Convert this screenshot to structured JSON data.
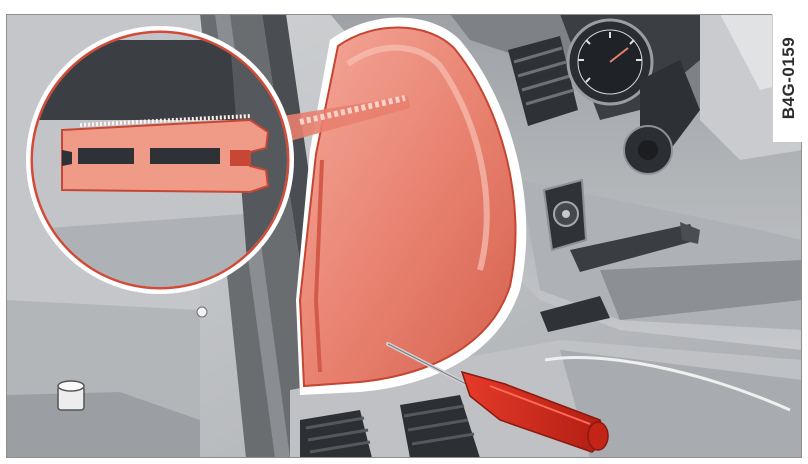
{
  "figure": {
    "code": "B4G-0159"
  },
  "colors": {
    "highlight": "#e8806e",
    "highlight_dark": "#c8402e",
    "tool_red": "#d42a1e",
    "interior_gray": "#b9bcbf",
    "dark_gray": "#3c3f43",
    "frame": "#6a6d70"
  },
  "icons": {
    "magnifier": "magnifier-circle",
    "tool": "screwdriver"
  }
}
